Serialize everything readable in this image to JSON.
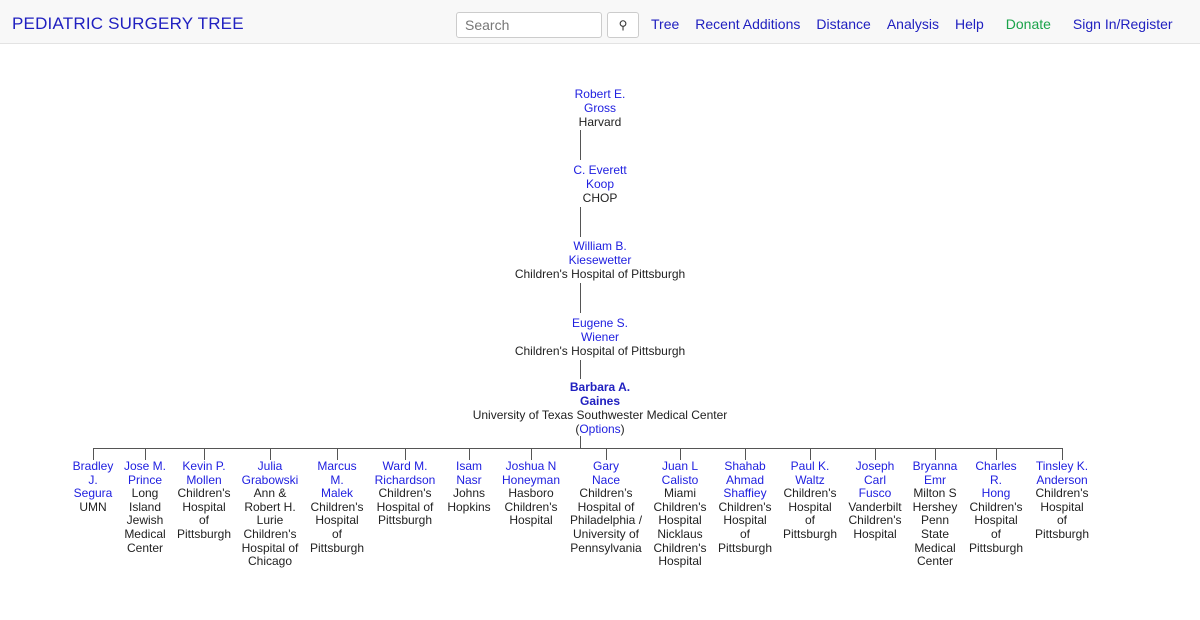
{
  "header": {
    "brand": "PEDIATRIC SURGERY TREE",
    "search_placeholder": "Search",
    "search_icon": "magnifier-icon",
    "nav": [
      "Tree",
      "Recent Additions",
      "Distance",
      "Analysis",
      "Help"
    ],
    "donate": "Donate",
    "signin": "Sign In/Register"
  },
  "lineage": [
    {
      "name": [
        "Robert E.",
        "Gross"
      ],
      "inst": "Harvard"
    },
    {
      "name": [
        "C. Everett",
        "Koop"
      ],
      "inst": "CHOP"
    },
    {
      "name": [
        "William B.",
        "Kiesewetter"
      ],
      "inst": "Children's Hospital of Pittsburgh"
    },
    {
      "name": [
        "Eugene S.",
        "Wiener"
      ],
      "inst": "Children's Hospital of Pittsburgh"
    }
  ],
  "focus": {
    "name": [
      "Barbara A.",
      "Gaines"
    ],
    "inst": "University of Texas Southwester Medical Center",
    "options_label": "Options"
  },
  "children": [
    {
      "name": [
        "Bradley",
        "J.",
        "Segura"
      ],
      "inst": [
        "UMN"
      ]
    },
    {
      "name": [
        "Jose M.",
        "Prince"
      ],
      "inst": [
        "Long",
        "Island",
        "Jewish",
        "Medical",
        "Center"
      ]
    },
    {
      "name": [
        "Kevin P.",
        "Mollen"
      ],
      "inst": [
        "Children's",
        "Hospital",
        "of",
        "Pittsburgh"
      ]
    },
    {
      "name": [
        "Julia",
        "Grabowski"
      ],
      "inst": [
        "Ann &",
        "Robert H.",
        "Lurie",
        "Children's",
        "Hospital of",
        "Chicago"
      ]
    },
    {
      "name": [
        "Marcus",
        "M.",
        "Malek"
      ],
      "inst": [
        "Children's",
        "Hospital",
        "of",
        "Pittsburgh"
      ]
    },
    {
      "name": [
        "Ward M.",
        "Richardson"
      ],
      "inst": [
        "Children's",
        "Hospital of",
        "Pittsburgh"
      ]
    },
    {
      "name": [
        "Isam",
        "Nasr"
      ],
      "inst": [
        "Johns",
        "Hopkins"
      ]
    },
    {
      "name": [
        "Joshua N",
        "Honeyman"
      ],
      "inst": [
        "Hasboro",
        "Children's",
        "Hospital"
      ]
    },
    {
      "name": [
        "Gary",
        "Nace"
      ],
      "inst": [
        "Children’s",
        "Hospital of",
        "Philadelphia /",
        "University of",
        "Pennsylvania"
      ]
    },
    {
      "name": [
        "Juan L",
        "Calisto"
      ],
      "inst": [
        "Miami",
        "Children's",
        "Hospital",
        "Nicklaus",
        "Children's",
        "Hospital"
      ]
    },
    {
      "name": [
        "Shahab",
        "Ahmad",
        "Shaffiey"
      ],
      "inst": [
        "Children's",
        "Hospital",
        "of",
        "Pittsburgh"
      ]
    },
    {
      "name": [
        "Paul K.",
        "Waltz"
      ],
      "inst": [
        "Children's",
        "Hospital",
        "of",
        "Pittsburgh"
      ]
    },
    {
      "name": [
        "Joseph",
        "Carl",
        "Fusco"
      ],
      "inst": [
        "Vanderbilt",
        "Children's",
        "Hospital"
      ]
    },
    {
      "name": [
        "Bryanna",
        "Emr"
      ],
      "inst": [
        "Milton S",
        "Hershey",
        "Penn",
        "State",
        "Medical",
        "Center"
      ]
    },
    {
      "name": [
        "Charles",
        "R.",
        "Hong"
      ],
      "inst": [
        "Children's",
        "Hospital",
        "of",
        "Pittsburgh"
      ]
    },
    {
      "name": [
        "Tinsley K.",
        "Anderson"
      ],
      "inst": [
        "Children's",
        "Hospital",
        "of",
        "Pittsburgh"
      ]
    }
  ]
}
